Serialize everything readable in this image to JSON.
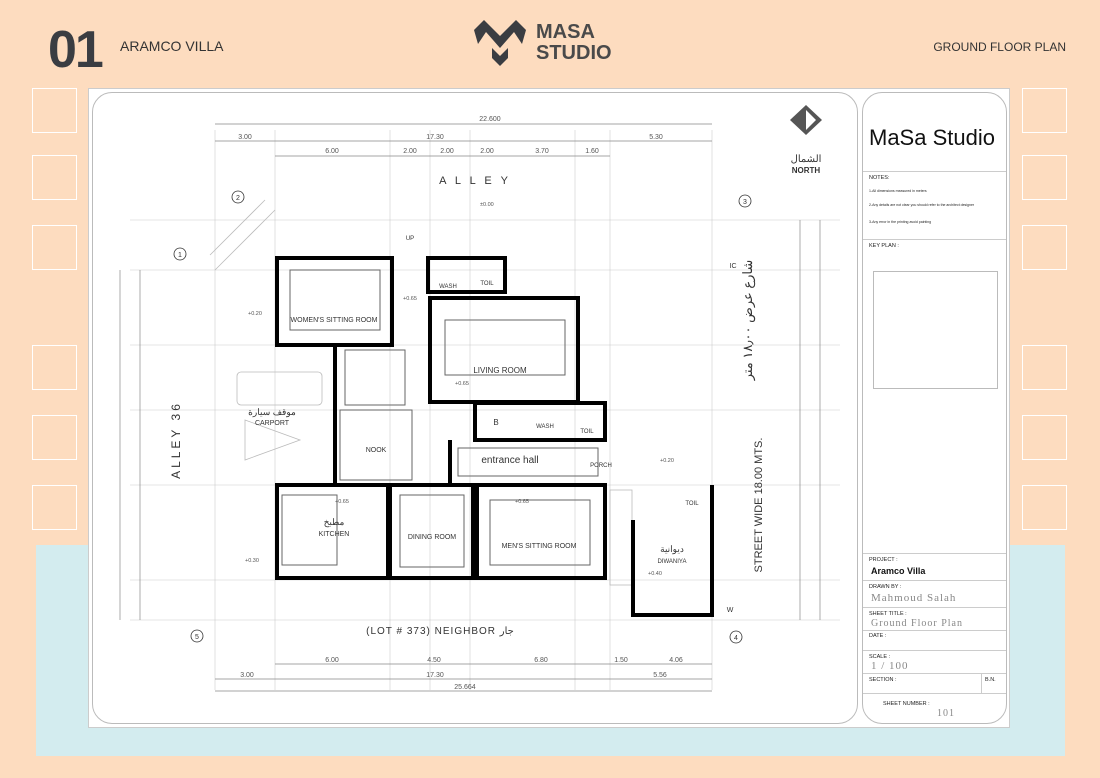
{
  "header": {
    "number": "01",
    "project": "ARAMCO VILLA",
    "brand_line1": "MASA",
    "brand_line2": "STUDIO",
    "sheet_title": "GROUND FLOOR PLAN"
  },
  "colors": {
    "background": "#fddcbf",
    "band": "#d3ecef",
    "ink": "#3a3d42"
  },
  "plan": {
    "alley_top": "A L L E Y",
    "alley_left": "ALLEY 36",
    "street": "STREET WIDE 18.00 MTS.",
    "street_ar": "شارع عرض ١٨٫٠٠ متر",
    "neighbor": "(LOT # 373) NEIGHBOR جار",
    "north_ar": "الشمال",
    "north": "NORTH",
    "grid": [
      "1",
      "2",
      "3",
      "4",
      "5"
    ],
    "rooms": {
      "women": "WOMEN'S SITTING ROOM",
      "wash1": "WASH",
      "toil1": "TOIL",
      "living": "LIVING ROOM",
      "carport": "CARPORT",
      "carport_ar": "موقف سيارة",
      "nook": "NOOK",
      "wash2": "WASH",
      "toil2": "TOIL",
      "b": "B",
      "entrance": "entrance hall",
      "porch": "PORCH",
      "kitchen": "KITCHEN",
      "kitchen_ar": "مطبخ",
      "dining": "DINING ROOM",
      "mens": "MEN'S SITTING ROOM",
      "diwaniya": "DIWANIYA",
      "diwaniya_ar": "ديوانية",
      "toil3": "TOIL",
      "up": "UP",
      "ic": "IC",
      "w": "W"
    },
    "dims_top1": [
      "3.00",
      "17.30",
      "5.30"
    ],
    "dims_top_total": "22.600",
    "dims_top2": [
      "6.00",
      "2.00",
      "2.00",
      "2.00",
      "3.70",
      "1.60"
    ],
    "dims_bottom1": [
      "6.00",
      "4.50",
      "6.80",
      "1.50",
      "4.06"
    ],
    "dims_bottom2": [
      "3.00",
      "17.30",
      "5.56"
    ],
    "dims_bottom_total": "25.664",
    "levels": [
      "+0.20",
      "+0.65",
      "+0.65",
      "+0.65",
      "+0.65",
      "+0.30",
      "+0.20",
      "+0.40",
      "±0.00"
    ]
  },
  "title_block": {
    "studio": "MaSa Studio",
    "notes_label": "NOTES:",
    "notes": [
      "1-All dimensions measured in meters",
      "2-Any details are not clear you should refer to the architect designer",
      "3-Any error in the printing avoid painting"
    ],
    "key_plan_label": "KEY PLAN :",
    "project_label": "PROJECT :",
    "project": "Aramco Villa",
    "drawn_by_label": "DRAWN BY :",
    "drawn_by": "Mahmoud Salah",
    "sheet_title_label": "SHEET TITLE :",
    "sheet_title": "Ground Floor Plan",
    "date_label": "DATE :",
    "scale_label": "SCALE :",
    "scale": "1 / 100",
    "section_label": "SECTION :",
    "bn_label": "B.N.",
    "sheet_number_label": "SHEET NUMBER :",
    "sheet_number": "101"
  }
}
